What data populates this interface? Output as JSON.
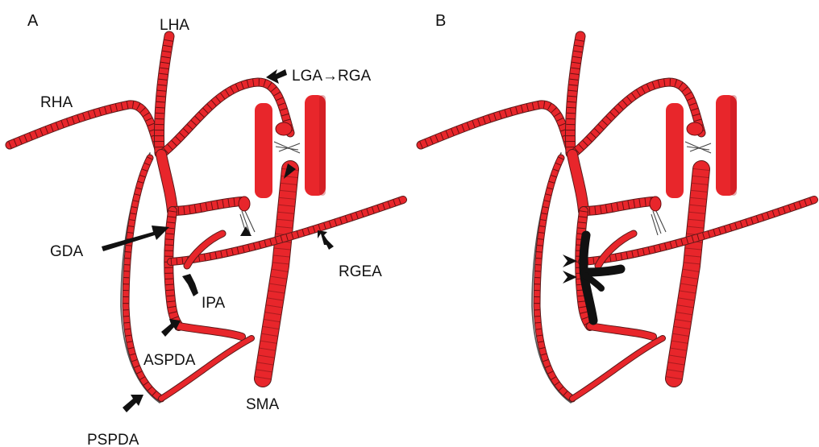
{
  "panels": {
    "a": {
      "label": "A"
    },
    "b": {
      "label": "B"
    }
  },
  "labels": {
    "lha": "LHA",
    "rha": "RHA",
    "lga_rga": "LGA→RGA",
    "gda": "GDA",
    "rgea": "RGEA",
    "ipa": "IPA",
    "aspda": "ASPDA",
    "sma": "SMA",
    "pspda": "PSPDA"
  },
  "colors": {
    "vessel": "#e8262b",
    "vessel_dark": "#6b0f12",
    "embolization": "#111111",
    "arrow": "#111111"
  }
}
